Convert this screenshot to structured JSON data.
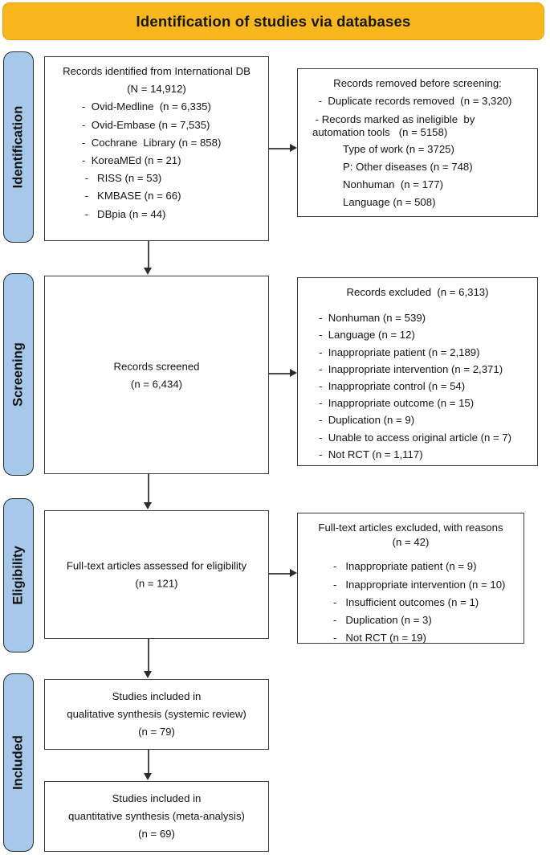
{
  "banner": {
    "title": "Identification of studies via databases"
  },
  "stages": [
    {
      "key": "identification",
      "label": "Identification"
    },
    {
      "key": "screening",
      "label": "Screening"
    },
    {
      "key": "eligibility",
      "label": "Eligibility"
    },
    {
      "key": "included",
      "label": "Included"
    }
  ],
  "boxes": {
    "identified": {
      "lines": [
        "Records identified from International DB",
        "(N = 14,912)",
        "-  Ovid-Medline  (n = 6,335)",
        "-  Ovid-Embase (n = 7,535)",
        "-  Cochrane  Library (n = 858)",
        "-  KoreaMEd (n = 21)",
        " -   RISS (n = 53)",
        " -   KMBASE (n = 66)",
        " -   DBpia (n = 44)"
      ]
    },
    "removed": {
      "lines": [
        "Records removed before screening:",
        " -  Duplicate records removed  (n = 3,320)",
        " - Records marked as ineligible  by\nautomation tools   (n = 5158)",
        "Type of work (n = 3725)",
        "P: Other diseases (n = 748)",
        "Nonhuman  (n = 177)",
        "Language (n = 508)"
      ]
    },
    "screened": {
      "lines": [
        "Records screened",
        "(n = 6,434)"
      ]
    },
    "excluded": {
      "lines": [
        "Records excluded  (n = 6,313)",
        "-  Nonhuman (n = 539)",
        "-  Language (n = 12)",
        "-  Inappropriate patient (n = 2,189)",
        "-  Inappropriate intervention (n = 2,371)",
        "-  Inappropriate control (n = 54)",
        "-  Inappropriate outcome (n = 15)",
        "-  Duplication (n = 9)",
        "-  Unable to access original article (n = 7)",
        "-  Not RCT (n = 1,117)"
      ]
    },
    "fulltext": {
      "lines": [
        "Full-text articles assessed for eligibility",
        "(n = 121)"
      ]
    },
    "fulltext_excluded": {
      "lines": [
        "Full-text articles excluded, with reasons",
        "(n = 42)",
        "-   Inappropriate patient (n = 9)",
        "-   Inappropriate intervention (n = 10)",
        "-   Insufficient outcomes (n = 1)",
        "-   Duplication (n = 3)",
        "-   Not RCT (n = 19)"
      ]
    },
    "qualitative": {
      "lines": [
        "Studies included in",
        "qualitative synthesis (systemic review)",
        "(n = 79)"
      ]
    },
    "quantitative": {
      "lines": [
        "Studies included in",
        "quantitative synthesis (meta-analysis)",
        "(n = 69)"
      ]
    }
  },
  "colors": {
    "banner_fill": "#F8B71C",
    "stage_fill": "#A6C9EA",
    "box_border": "#3a3a3a",
    "connector": "#4a4a4a"
  }
}
